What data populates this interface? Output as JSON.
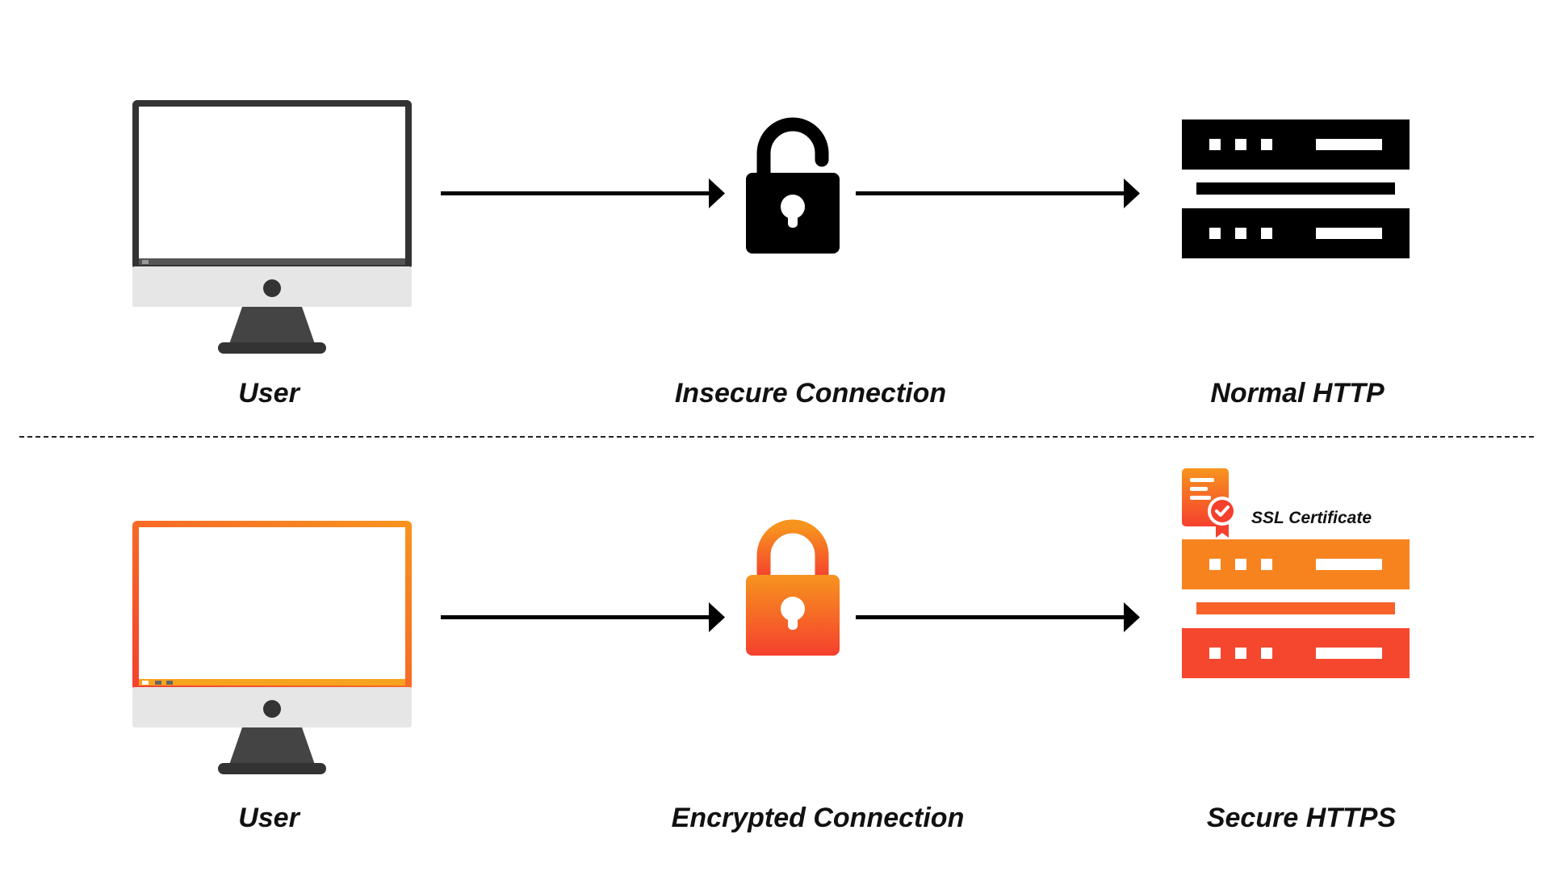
{
  "rows": [
    {
      "id": "insecure",
      "client_label": "User",
      "connection_label": "Insecure Connection",
      "server_label": "Normal HTTP",
      "lock_state": "unlocked",
      "accent_color": "#000000"
    },
    {
      "id": "secure",
      "client_label": "User",
      "connection_label": "Encrypted Connection",
      "server_label": "Secure HTTPS",
      "lock_state": "locked",
      "accent_color_start": "#F7941E",
      "accent_color_end": "#F5402E",
      "certificate_label": "SSL Certificate"
    }
  ],
  "icons": {
    "client": "computer-monitor-icon",
    "connection_insecure": "unlocked-padlock-icon",
    "connection_secure": "locked-padlock-icon",
    "server": "server-rack-icon",
    "certificate": "certificate-badge-icon"
  }
}
